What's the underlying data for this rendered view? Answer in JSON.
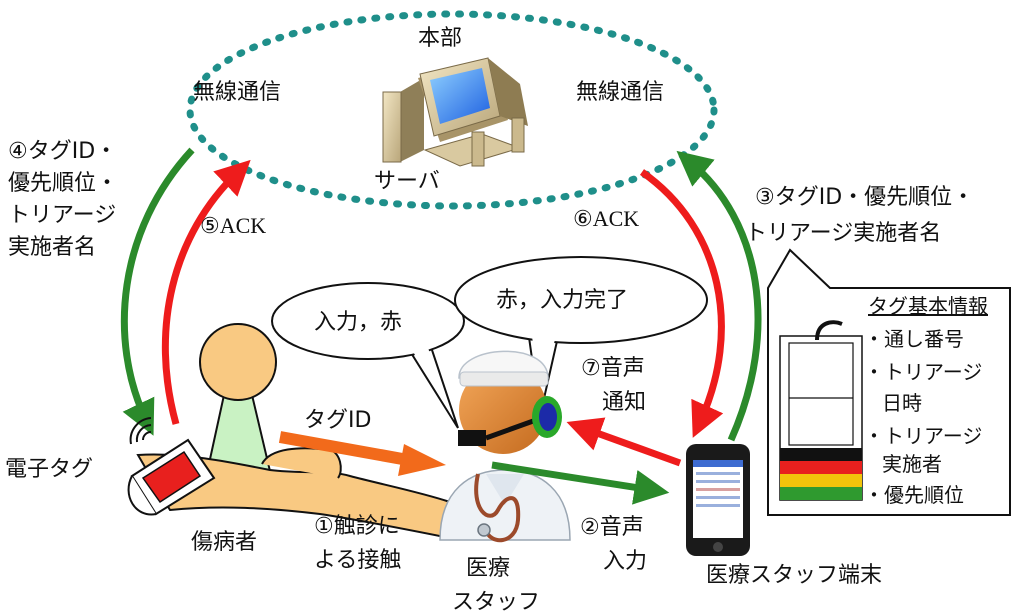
{
  "server": {
    "top_label": "本部",
    "bottom_label": "サーバ",
    "wireless_left": "無線通信",
    "wireless_right": "無線通信"
  },
  "steps": {
    "s4": [
      "④タグID・",
      "優先順位・",
      "トリアージ",
      "実施者名"
    ],
    "s5": "⑤ACK",
    "s6": "⑥ACK",
    "s3": [
      "③タグID・優先順位・",
      "トリアージ実施者名"
    ],
    "s1": [
      "①触診に",
      "よる接触"
    ],
    "s2": [
      "②音声",
      "入力"
    ],
    "s7": [
      "⑦音声",
      "通知"
    ],
    "tag_id_arrow": "タグID"
  },
  "bubbles": {
    "left": "入力，赤",
    "right": "赤，入力完了"
  },
  "tag_info": {
    "title": "タグ基本情報",
    "items": [
      [
        "・通し番号"
      ],
      [
        "・トリアージ",
        "日時"
      ],
      [
        "・トリアージ",
        "実施者"
      ],
      [
        "・優先順位"
      ]
    ],
    "stripe_colors": [
      "#111111",
      "#e8201e",
      "#f2c40b",
      "#2f9a2f"
    ]
  },
  "actors": {
    "e_tag": "電子タグ",
    "patient": "傷病者",
    "staff": [
      "医療",
      "スタッフ"
    ],
    "terminal": "医療スタッフ端末"
  },
  "colors": {
    "green_arrow": "#2b8a2b",
    "red_arrow": "#ee1c1c",
    "orange_arrow": "#f26a1b",
    "cloud_dots": "#1f8f8a"
  }
}
